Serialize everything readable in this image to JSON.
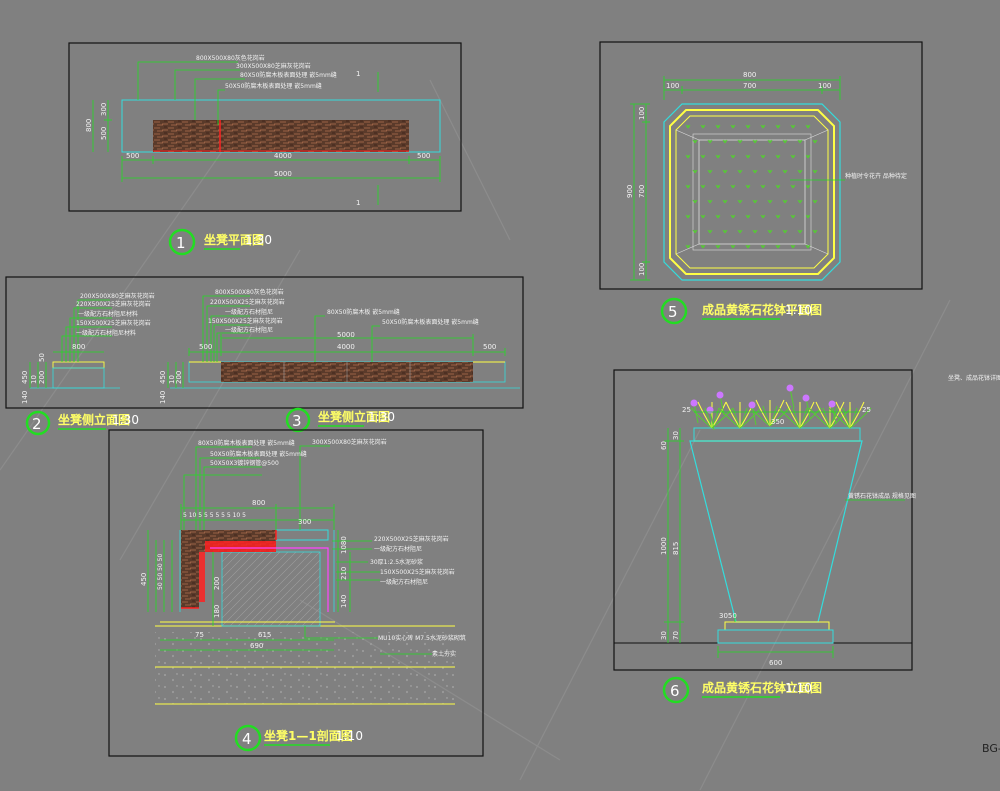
{
  "colors": {
    "background": "#808080",
    "frame": "#111111",
    "dimension": "#22dd22",
    "outline": "#33dddd",
    "highlight": "#ffff44",
    "section_red": "#ff2222",
    "magenta": "#ff44ff",
    "plant_green": "#55cc33",
    "flower_purple": "#cc77ff"
  },
  "views": {
    "v1": {
      "number": "1",
      "title": "坐凳平面图",
      "scale": "1:30",
      "dims": {
        "d300": "300",
        "d500a": "500",
        "d800": "800",
        "d500l": "500",
        "d4000": "4000",
        "d500r": "500",
        "d5000": "5000"
      },
      "section_mark": "1",
      "notes": [
        "800X500X80灰色花岗岩",
        "300X500X80芝麻灰花岗岩",
        "80X50防腐木板表面处理 嵌5mm缝",
        "50X50防腐木板表面处理 嵌5mm缝"
      ]
    },
    "v2": {
      "number": "2",
      "title": "坐凳侧立面图",
      "scale": "1:30",
      "dims": {
        "d800": "800",
        "d450": "450",
        "d140": "140",
        "d10": "10",
        "d200": "200",
        "d50": "50"
      },
      "notes": [
        "200X500X80芝麻灰花岗岩",
        "220X500X25芝麻灰花岗岩",
        "一级配方石材阻尼材料",
        "150X500X25芝麻灰花岗岩",
        "一级配方石材阻尼材料"
      ]
    },
    "v3": {
      "number": "3",
      "title": "坐凳侧立面图",
      "scale": "1:30",
      "dims": {
        "d500l": "500",
        "d4000": "4000",
        "d5000": "5000",
        "d500r": "500",
        "d450": "450",
        "d140": "140",
        "d10": "10",
        "d200": "200"
      },
      "notes": [
        "800X500X80灰色花岗岩",
        "220X500X25芝麻灰花岗岩",
        "一级配方石材阻尼",
        "150X500X25芝麻灰花岗岩",
        "一级配方石材阻尼",
        "80X50防腐木板 嵌5mm缝",
        "50X50防腐木板表面处理 嵌5mm缝"
      ]
    },
    "v4": {
      "number": "4",
      "title": "坐凳1—1剖面图",
      "scale": "1:10",
      "dims": {
        "d800": "800",
        "d300": "300",
        "small": "5 10 5 5 5 5 5 5 10 5",
        "d50": "50 50 50 50",
        "d200": "200",
        "d180": "180",
        "d450": "450",
        "d1080": "1080",
        "d210": "210",
        "d140": "140",
        "d75": "75",
        "d615": "615",
        "d690": "690"
      },
      "notes": [
        "80X50防腐木板表面处理 嵌5mm缝",
        "50X50防腐木板表面处理 嵌5mm缝",
        "50X50X3镀锌钢管@500",
        "300X500X80芝麻灰花岗岩",
        "220X500X25芝麻灰花岗岩",
        "一级配方石材阻尼",
        "30厚1:2.5水泥砂浆",
        "150X500X25芝麻灰花岗岩",
        "一级配方石材阻尼",
        "MU10实心砖 M7.5水泥砂浆砌筑",
        "素土夯实"
      ]
    },
    "v5": {
      "number": "5",
      "title": "成品黄锈石花钵平面图",
      "scale": "1:10",
      "dims": {
        "d800": "800",
        "d100l": "100",
        "d700": "700",
        "d100r": "100",
        "v100t": "100",
        "v700": "700",
        "v100b": "100",
        "v900": "900"
      },
      "notes": [
        "种植时令花卉 品种待定"
      ]
    },
    "v6": {
      "number": "6",
      "title": "成品黄锈石花钵立面图",
      "scale": "1:10",
      "dims": {
        "d25l": "25",
        "d350": "350",
        "d25r": "25",
        "d30": "30",
        "d60": "60",
        "d1000": "1000",
        "d815": "815",
        "d70": "70",
        "d30b": "30",
        "d3050": "3050",
        "d600": "600"
      },
      "notes": [
        "黄锈石花钵成品 规格见图"
      ]
    }
  },
  "side_note": "坐凳、成品花钵详图",
  "sheet_code": "BG-"
}
